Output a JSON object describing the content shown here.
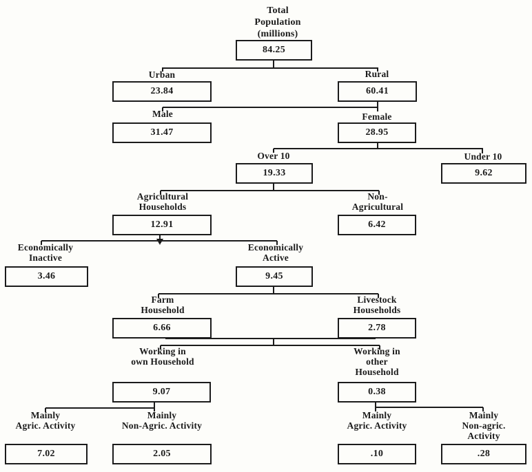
{
  "figure": {
    "description": "Population tree diagram (scanned figure)",
    "ink_color": "#1b1b1b",
    "background_color": "#fdfdfa"
  },
  "nodes": {
    "total": {
      "label": "Total\nPopulation\n(millions)",
      "value": "84.25",
      "parent": null
    },
    "urban": {
      "label": "Urban",
      "value": "23.84",
      "parent": "total"
    },
    "rural": {
      "label": "Rural",
      "value": "60.41",
      "parent": "total"
    },
    "male": {
      "label": "Male",
      "value": "31.47",
      "parent": "rural"
    },
    "female": {
      "label": "Female",
      "value": "28.95",
      "parent": "rural"
    },
    "over_10": {
      "label": "Over 10",
      "value": "19.33",
      "parent": "female"
    },
    "under_10": {
      "label": "Under 10",
      "value": "9.62",
      "parent": "female"
    },
    "agricultural_households": {
      "label": "Agricultural\nHouseholds",
      "value": "12.91",
      "parent": "over_10"
    },
    "non_agricultural": {
      "label": "Non-\nAgricultural",
      "value": "6.42",
      "parent": "over_10"
    },
    "economically_inactive": {
      "label": "Economically\nInactive",
      "value": "3.46",
      "parent": "agricultural_households"
    },
    "economically_active": {
      "label": "Economically\nActive",
      "value": "9.45",
      "parent": "agricultural_households"
    },
    "farm_household": {
      "label": "Farm\nHousehold",
      "value": "6.66",
      "parent": "economically_active"
    },
    "livestock_households": {
      "label": "Livestock\nHouseholds",
      "value": "2.78",
      "parent": "economically_active"
    },
    "working_in_own_household": {
      "label": "Working in\nown Household",
      "value": "9.07",
      "parent": "economically_active"
    },
    "working_in_other_household": {
      "label": "Working in\nother\nHousehold",
      "value": "0.38",
      "parent": "economically_active"
    },
    "mainly_agric_own": {
      "label": "Mainly\nAgric. Activity",
      "value": "7.02",
      "parent": "working_in_own_household"
    },
    "mainly_non_agric_own": {
      "label": "Mainly\nNon-Agric. Activity",
      "value": "2.05",
      "parent": "working_in_own_household"
    },
    "mainly_agric_other": {
      "label": "Mainly\nAgric. Activity",
      "value": ".10",
      "parent": "working_in_other_household"
    },
    "mainly_non_agric_other": {
      "label": "Mainly\nNon-agric.\nActivity",
      "value": ".28",
      "parent": "working_in_other_household"
    }
  }
}
